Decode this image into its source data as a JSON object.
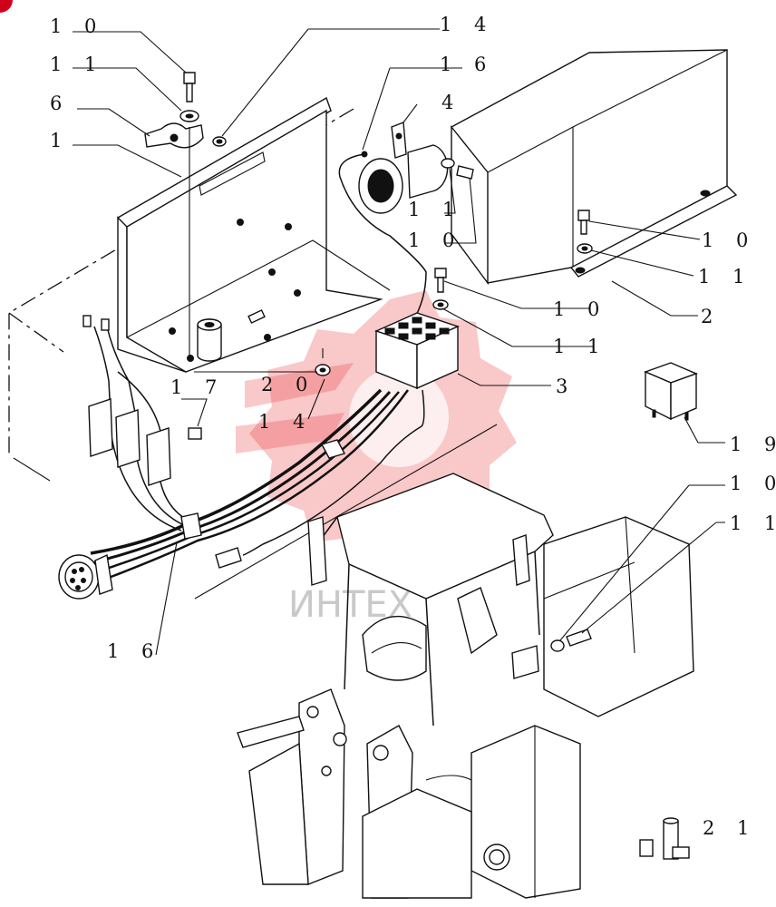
{
  "callouts": [
    {
      "id": "c10a",
      "text": "1 0"
    },
    {
      "id": "c14a",
      "text": "1 4"
    },
    {
      "id": "c16a",
      "text": "1 6"
    },
    {
      "id": "c11a",
      "text": "1 1"
    },
    {
      "id": "c4",
      "text": "4"
    },
    {
      "id": "c6",
      "text": "6"
    },
    {
      "id": "c1",
      "text": "1"
    },
    {
      "id": "c11b",
      "text": "1 1"
    },
    {
      "id": "c10b",
      "text": "1 0"
    },
    {
      "id": "c10c",
      "text": "1 0"
    },
    {
      "id": "c11c",
      "text": "1 1"
    },
    {
      "id": "c10d",
      "text": "1 0"
    },
    {
      "id": "c2",
      "text": "2"
    },
    {
      "id": "c11d",
      "text": "1 1"
    },
    {
      "id": "c17",
      "text": "1 7"
    },
    {
      "id": "c20",
      "text": "2 0"
    },
    {
      "id": "c3",
      "text": "3"
    },
    {
      "id": "c14b",
      "text": "1 4"
    },
    {
      "id": "c19",
      "text": "1 9"
    },
    {
      "id": "c10e",
      "text": "1 0"
    },
    {
      "id": "c11e",
      "text": "1 1"
    },
    {
      "id": "c16b",
      "text": "1 6"
    },
    {
      "id": "c21",
      "text": "2 1"
    }
  ],
  "watermark": {
    "text": "ИНТЕХ",
    "color": "#e8383d",
    "icon": "gear-logo-icon"
  }
}
